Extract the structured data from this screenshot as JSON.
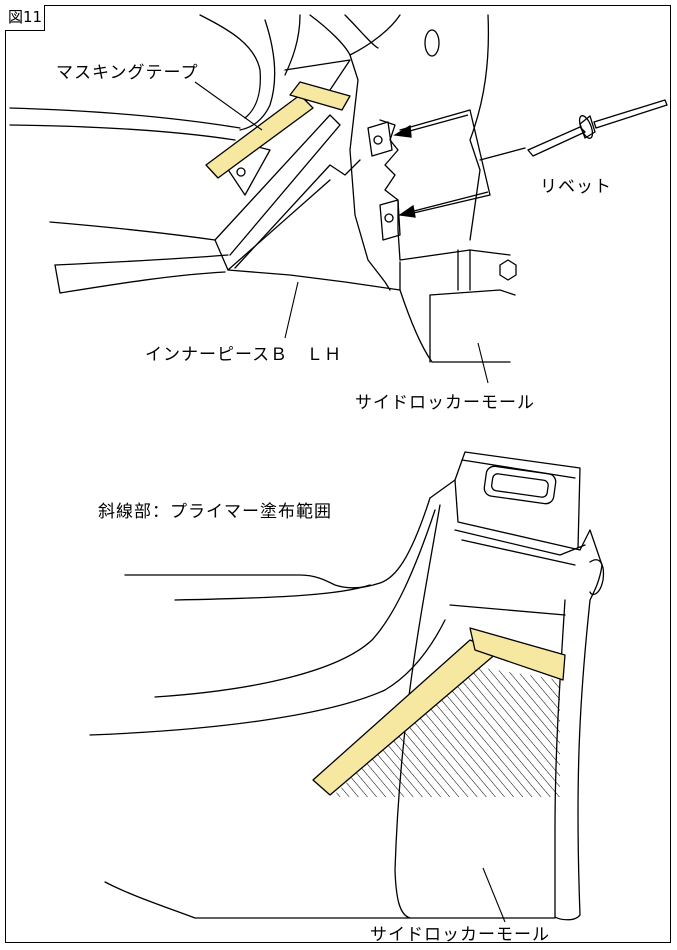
{
  "figure": {
    "number": "図11"
  },
  "top_view": {
    "labels": {
      "masking_tape": "マスキングテープ",
      "rivet": "リベット",
      "inner_piece": "インナーピースＢ　ＬＨ",
      "side_rocker_molding": "サイドロッカーモール"
    }
  },
  "bottom_view": {
    "labels": {
      "primer_area": "斜線部：プライマー塗布範囲",
      "side_rocker_molding": "サイドロッカーモール"
    }
  },
  "colors": {
    "tape": "#f6e8a0",
    "line": "#000000",
    "background": "#ffffff"
  }
}
